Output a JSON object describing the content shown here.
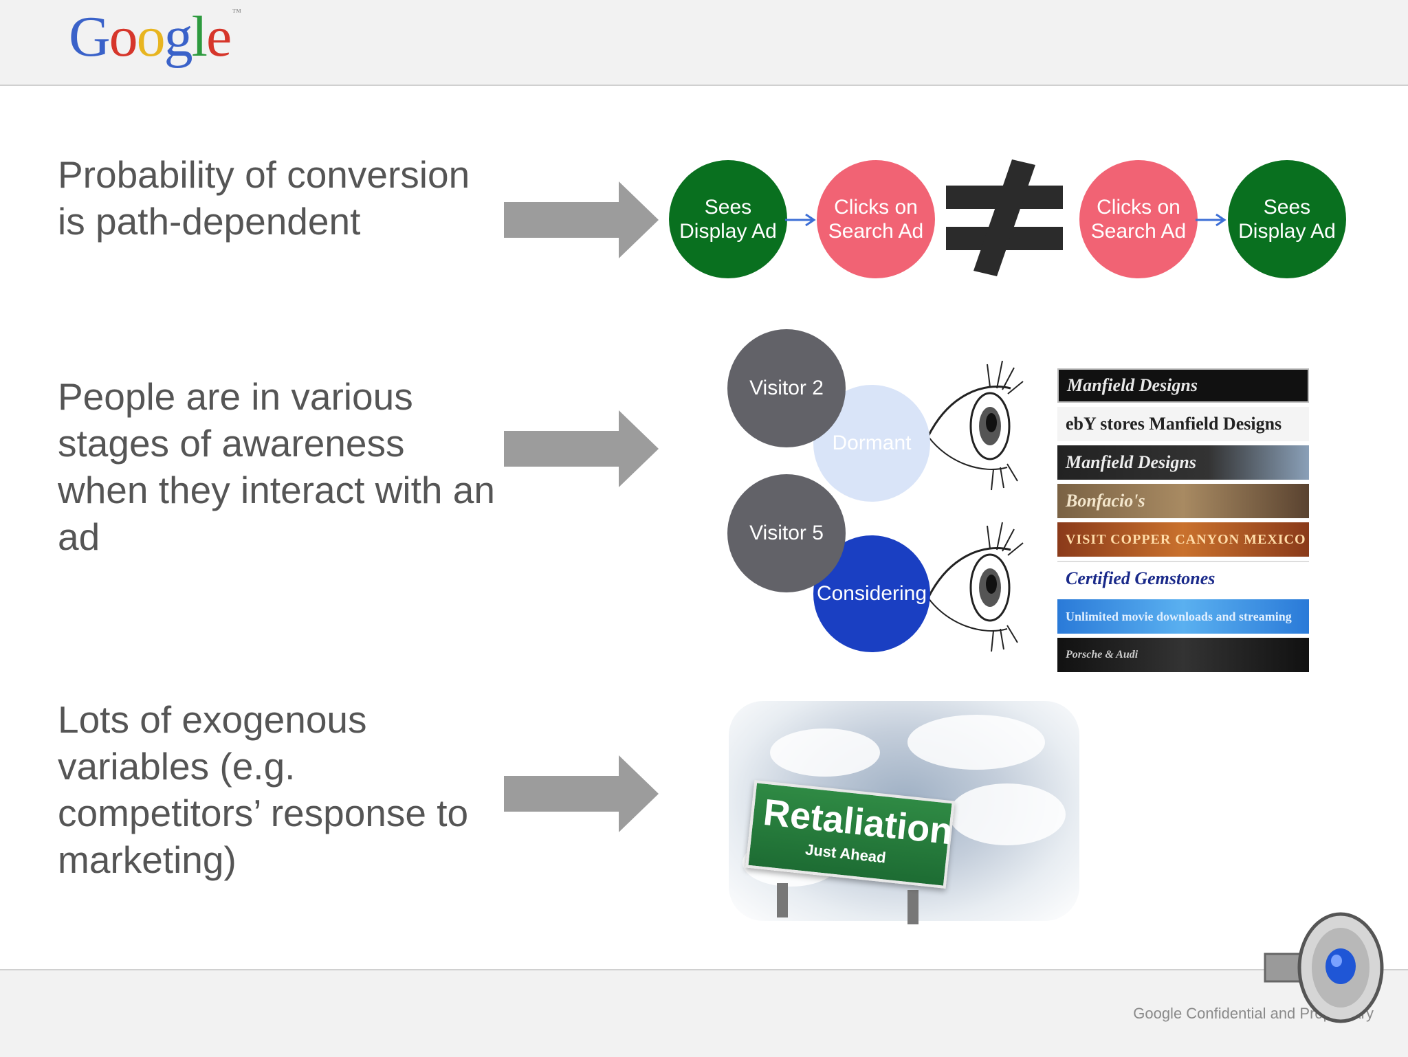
{
  "header": {
    "logo": {
      "letters": [
        {
          "char": "G",
          "color": "#3a62c9"
        },
        {
          "char": "o",
          "color": "#d6362b"
        },
        {
          "char": "o",
          "color": "#e8b520"
        },
        {
          "char": "g",
          "color": "#3a62c9"
        },
        {
          "char": "l",
          "color": "#2d9a3e"
        },
        {
          "char": "e",
          "color": "#d6362b"
        }
      ],
      "tm": "™"
    }
  },
  "statements": [
    "Probability of conversion is path-dependent",
    "People are in various stages of awareness when they interact with an ad",
    "Lots of exogenous variables (e.g. competitors’ response to marketing)"
  ],
  "path_diagram": {
    "left_path": [
      {
        "label": "Sees Display Ad",
        "color": "#09701f"
      },
      {
        "label": "Clicks on Search Ad",
        "color": "#f16374"
      }
    ],
    "not_equal_symbol": "≠",
    "right_path": [
      {
        "label": "Clicks on Search Ad",
        "color": "#f16374"
      },
      {
        "label": "Sees Display Ad",
        "color": "#09701f"
      }
    ]
  },
  "awareness_diagram": {
    "visitors": [
      {
        "name": "Visitor 2",
        "state": "Dormant",
        "state_color": "#d9e4f8"
      },
      {
        "name": "Visitor 5",
        "state": "Considering",
        "state_color": "#1a3fc2"
      }
    ],
    "ad_banners": [
      "Manfield Designs",
      "ebY stores  Manfield Designs",
      "Manfield Designs",
      "Bonfacio's",
      "VISIT COPPER CANYON MEXICO",
      "Certified Gemstones",
      "Unlimited movie downloads and streaming",
      "Porsche & Audi"
    ]
  },
  "exogenous_image": {
    "sign_text": "Retaliation",
    "sign_subtext": "Just Ahead"
  },
  "footer": {
    "text": "Google Confidential and Proprietary"
  },
  "colors": {
    "arrow": "#9c9c9c",
    "statement_text": "#555555",
    "connector": "#3d6fd6",
    "visitor_circle": "#626268"
  }
}
